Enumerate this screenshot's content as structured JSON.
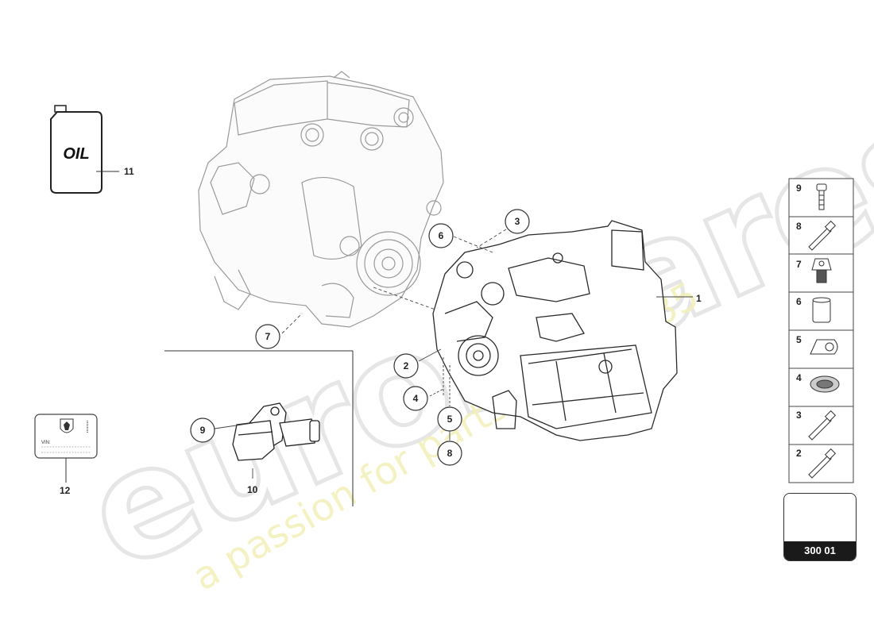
{
  "diagram": {
    "reference_code": "300 01",
    "oil_label": "OIL",
    "vin_label": "VIN:",
    "watermark_main": "eurospares",
    "watermark_tagline": "a passion for parts since 1985",
    "callouts": {
      "c1": "1",
      "c2": "2",
      "c3": "3",
      "c4": "4",
      "c5": "5",
      "c6": "6",
      "c7": "7",
      "c8": "8",
      "c9": "9",
      "c10": "10",
      "c11": "11",
      "c12": "12"
    },
    "legend": [
      {
        "num": "9",
        "icon": "bolt-icon"
      },
      {
        "num": "8",
        "icon": "tube-with-nut-icon"
      },
      {
        "num": "7",
        "icon": "plug-cap-icon"
      },
      {
        "num": "6",
        "icon": "sleeve-icon"
      },
      {
        "num": "5",
        "icon": "washer-clip-icon"
      },
      {
        "num": "4",
        "icon": "seal-icon"
      },
      {
        "num": "3",
        "icon": "tube-with-nut-icon"
      },
      {
        "num": "2",
        "icon": "tube-with-nut-icon"
      }
    ]
  }
}
